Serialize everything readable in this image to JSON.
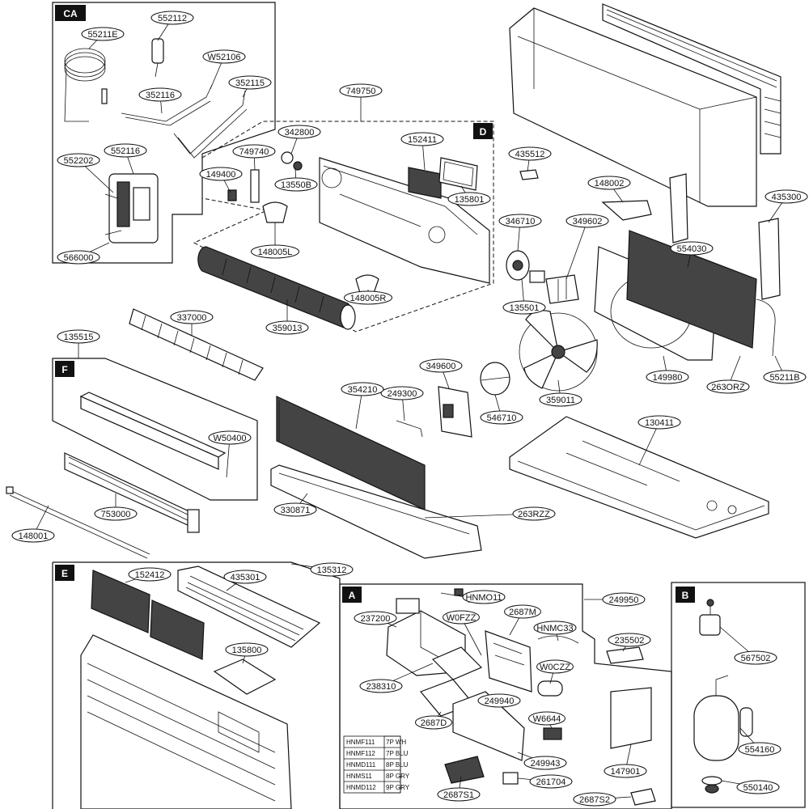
{
  "sections": [
    "CA",
    "D",
    "F",
    "E",
    "A",
    "B"
  ],
  "labels": [
    "55211E",
    "552112",
    "W52106",
    "352115",
    "352116",
    "552116",
    "552202",
    "566000",
    "749750",
    "342800",
    "152411",
    "749740",
    "149400",
    "13550B",
    "135801",
    "148005L",
    "148005R",
    "359013",
    "435512",
    "148002",
    "435300",
    "346710",
    "349602",
    "554030",
    "135501",
    "337000",
    "135515",
    "349600",
    "249300",
    "546710",
    "359011",
    "149980",
    "263ORZ",
    "55211B",
    "354210",
    "W50400",
    "130411",
    "753000",
    "148001",
    "330871",
    "263RZZ",
    "135312",
    "152412",
    "435301",
    "135800",
    "249950",
    "HNMO11",
    "237200",
    "W0FZZ",
    "2687M",
    "HNMC33",
    "235502",
    "W0CZZ",
    "238310",
    "249940",
    "2687D",
    "W6644",
    "249943",
    "261704",
    "2687S1",
    "147901",
    "2687S2",
    "567502",
    "554160",
    "550140"
  ],
  "wire_table": [
    {
      "code": "HNMF111",
      "desc": "7P WH"
    },
    {
      "code": "HNMF112",
      "desc": "7P BLU"
    },
    {
      "code": "HNMD111",
      "desc": "8P BLU"
    },
    {
      "code": "HNMS11",
      "desc": "8P GRY"
    },
    {
      "code": "HNMD112",
      "desc": "9P GRY"
    }
  ]
}
